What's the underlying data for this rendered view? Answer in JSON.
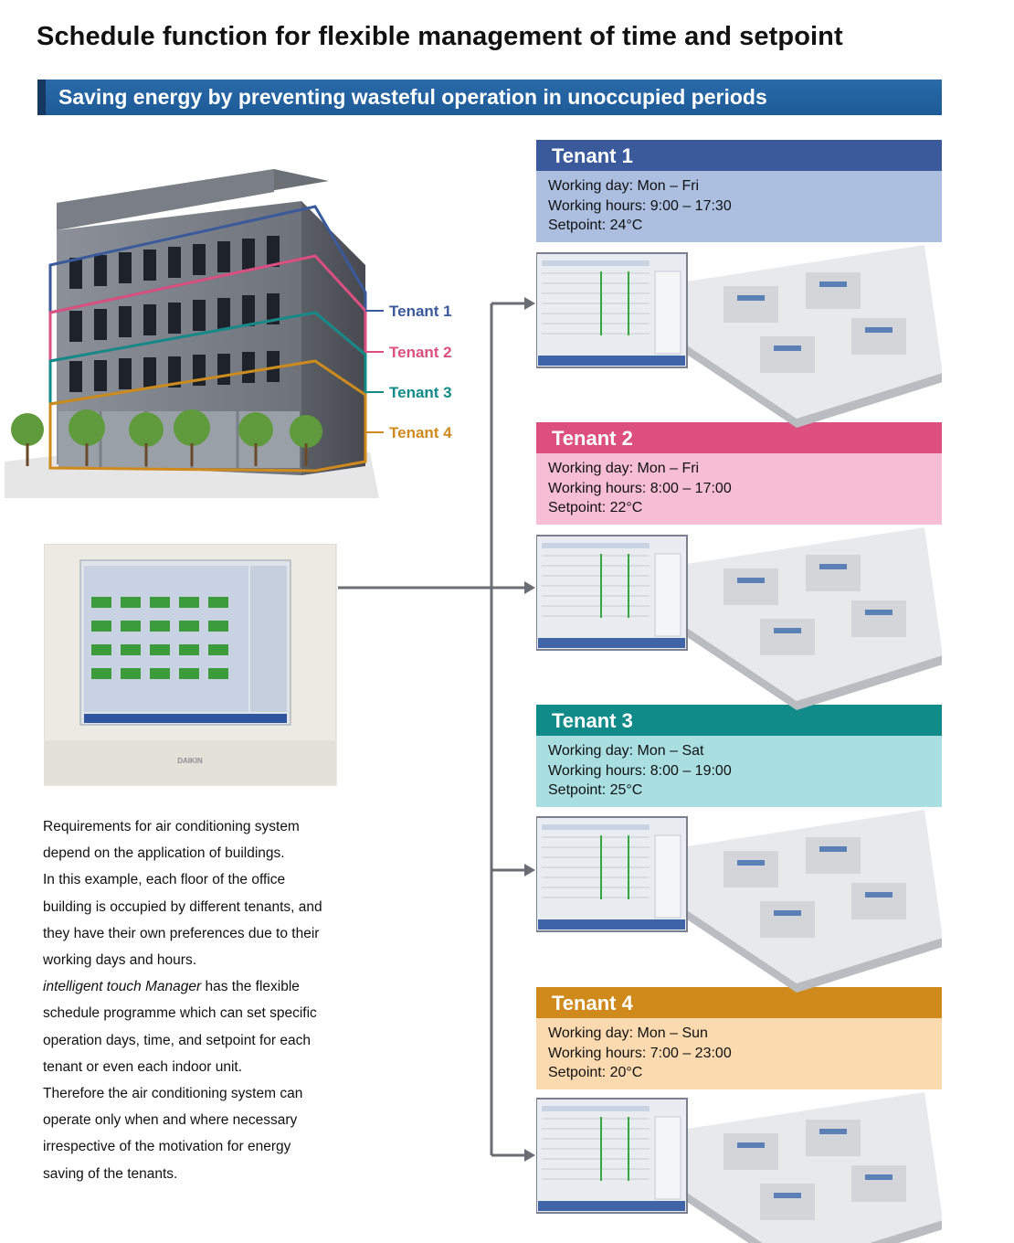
{
  "title": "Schedule function for flexible management of time and setpoint",
  "subtitle": "Saving energy by preventing wasteful operation in unoccupied periods",
  "colors": {
    "tenant1": "#3a5a9c",
    "tenant2": "#dc4f7f",
    "tenant3": "#108b8a",
    "tenant4": "#d08a1c",
    "tenant1_bg": "#acbfe1",
    "tenant2_bg": "#f6bdd4",
    "tenant3_bg": "#aadfe2",
    "tenant4_bg": "#fbdab0",
    "subtitle_bar": "#2464a2"
  },
  "building_labels": [
    "Tenant 1",
    "Tenant 2",
    "Tenant 3",
    "Tenant 4"
  ],
  "tenants": [
    {
      "name": "Tenant 1",
      "working_day": "Working day: Mon – Fri",
      "working_hours": "Working hours: 9:00 – 17:30",
      "setpoint": "Setpoint: 24°C"
    },
    {
      "name": "Tenant 2",
      "working_day": "Working day: Mon – Fri",
      "working_hours": "Working hours: 8:00 – 17:00",
      "setpoint": "Setpoint: 22°C"
    },
    {
      "name": "Tenant 3",
      "working_day": "Working day: Mon – Sat",
      "working_hours": "Working hours: 8:00 – 19:00",
      "setpoint": "Setpoint: 25°C"
    },
    {
      "name": "Tenant 4",
      "working_day": "Working day: Mon – Sun",
      "working_hours": "Working hours: 7:00 – 23:00",
      "setpoint": "Setpoint: 20°C"
    }
  ],
  "body": {
    "p1_l1": "Requirements for air conditioning system",
    "p1_l2": "depend on the application of buildings.",
    "p2_l1": "In this example, each floor of the office",
    "p2_l2": "building is occupied by different tenants, and",
    "p2_l3": "they have their own preferences due to their",
    "p2_l4": "working days and hours.",
    "p3_product": "intelligent touch Manager",
    "p3_l1_rest": " has the flexible",
    "p3_l2": "schedule programme which can set specific",
    "p3_l3": "operation days, time, and setpoint for each",
    "p3_l4": "tenant or even each indoor unit.",
    "p4_l1": "Therefore the air conditioning system can",
    "p4_l2": "operate only when and where necessary",
    "p4_l3": "irrespective of the motivation for energy",
    "p4_l4": "saving of the tenants."
  },
  "device_brand": "DAIKIN",
  "icons": [
    "building-image",
    "touch-controller-image",
    "schedule-screen-image",
    "office-floor-image",
    "arrow-right-icon"
  ]
}
